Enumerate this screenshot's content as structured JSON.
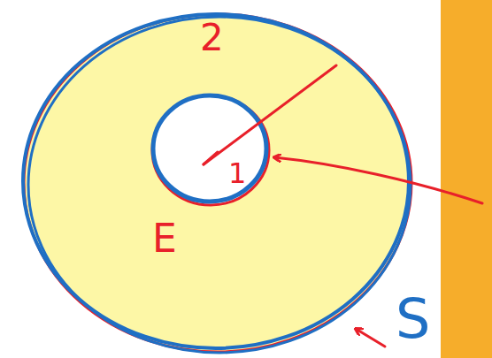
{
  "diagram": {
    "labels": [
      "2",
      "1",
      "E",
      "S"
    ]
  }
}
